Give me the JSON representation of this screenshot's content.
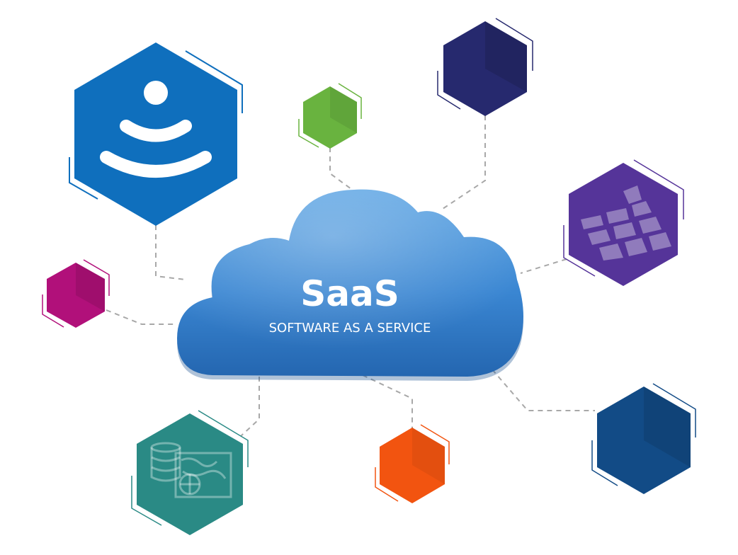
{
  "cloud": {
    "title": "SaaS",
    "subtitle": "SOFTWARE AS A SERVICE"
  },
  "colors": {
    "cloud_top": "#5fa6e4",
    "cloud_mid": "#3a86d2",
    "cloud_bottom": "#2466b0",
    "connector": "#a8a8a8",
    "wifi_hex": "#0f6fbd",
    "green_hex": "#69b33f",
    "navy_top_hex": "#26296e",
    "purple_hex": "#553499",
    "magenta_hex": "#b1107a",
    "teal_hex": "#2a8a85",
    "orange_hex": "#f25410",
    "navy_bottom_hex": "#124b86"
  },
  "nodes": [
    {
      "id": "wifi",
      "icon": "wifi-signal-icon"
    },
    {
      "id": "green",
      "icon": "none"
    },
    {
      "id": "navy-top",
      "icon": "none"
    },
    {
      "id": "purple",
      "icon": "map-grid-icon"
    },
    {
      "id": "magenta",
      "icon": "none"
    },
    {
      "id": "teal",
      "icon": "database-map-icon"
    },
    {
      "id": "orange",
      "icon": "none"
    },
    {
      "id": "navy-bottom",
      "icon": "none"
    }
  ]
}
